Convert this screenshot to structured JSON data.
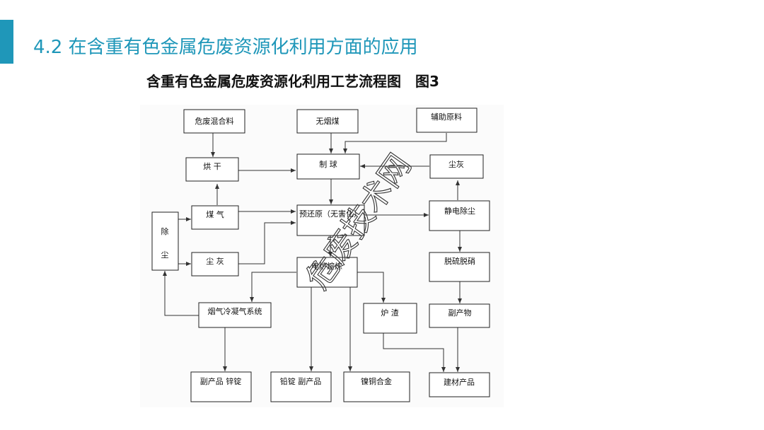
{
  "slide": {
    "title": "4.2 在含重有色金属危废资源化利用方面的应用",
    "accent_color": "#1f97b9"
  },
  "diagram": {
    "title": "含重有色金属危废资源化利用工艺流程图　图3",
    "nodes": {
      "hazardous_mixture": "危废混合料",
      "anthracite": "无烟煤",
      "auxiliary_material": "辅助原料",
      "drying": "烘 干",
      "pelletizing": "制 球",
      "dust_ash_top": "尘灰",
      "dedusting": "除 尘",
      "coal_gas": "煤 气",
      "pre_reduction": "预还原（无害化）",
      "electrostatic": "静电除尘",
      "dust_ash": "尘 灰",
      "furnace_smelting": "电炉熔炼",
      "desulfurization": "脱硫脱硝",
      "flue_gas_condense": "烟气冷凝气系统",
      "slag": "炉 渣",
      "byproduct": "副产物",
      "zinc_ingot": "副产品 锌锭",
      "lead_ingot": "铅锭 副产品",
      "nickel_copper": "镍铜合金",
      "building_material": "建材产品"
    }
  },
  "watermark": {
    "text": "危废技术网"
  }
}
